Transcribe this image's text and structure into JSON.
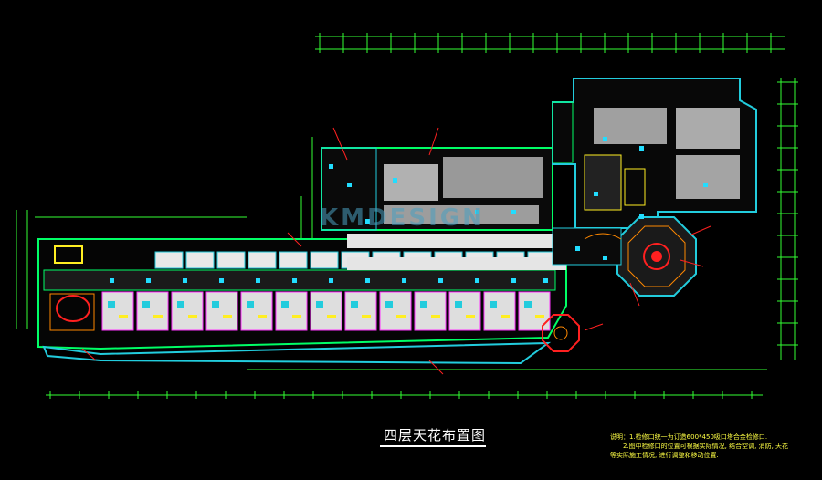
{
  "drawing": {
    "title": "四层天花布置图",
    "notes": [
      "说明：1.检修口统一为订造600*450吸口塔合金检修口.",
      "2.图中检修口的位置可根据实际情况, 结合空调, 消防, 天花",
      "等实际施工情况, 进行调整和移动位置."
    ],
    "watermark": "KMDESIGN"
  },
  "colors": {
    "background": "#000000",
    "outer_wall": "#00ff66",
    "cyan_wall": "#22ccdd",
    "dimension": "#33ff33",
    "room_fill": "#e8e8e8",
    "grid_fill": "#cfcfcf",
    "red_accent": "#ff2020",
    "yellow_accent": "#ffee22",
    "magenta_accent": "#ff33ff",
    "orange_accent": "#ff8800"
  },
  "icons": [
    "ceiling-light-icon",
    "access-hatch-icon",
    "octagon-lobby-icon"
  ]
}
